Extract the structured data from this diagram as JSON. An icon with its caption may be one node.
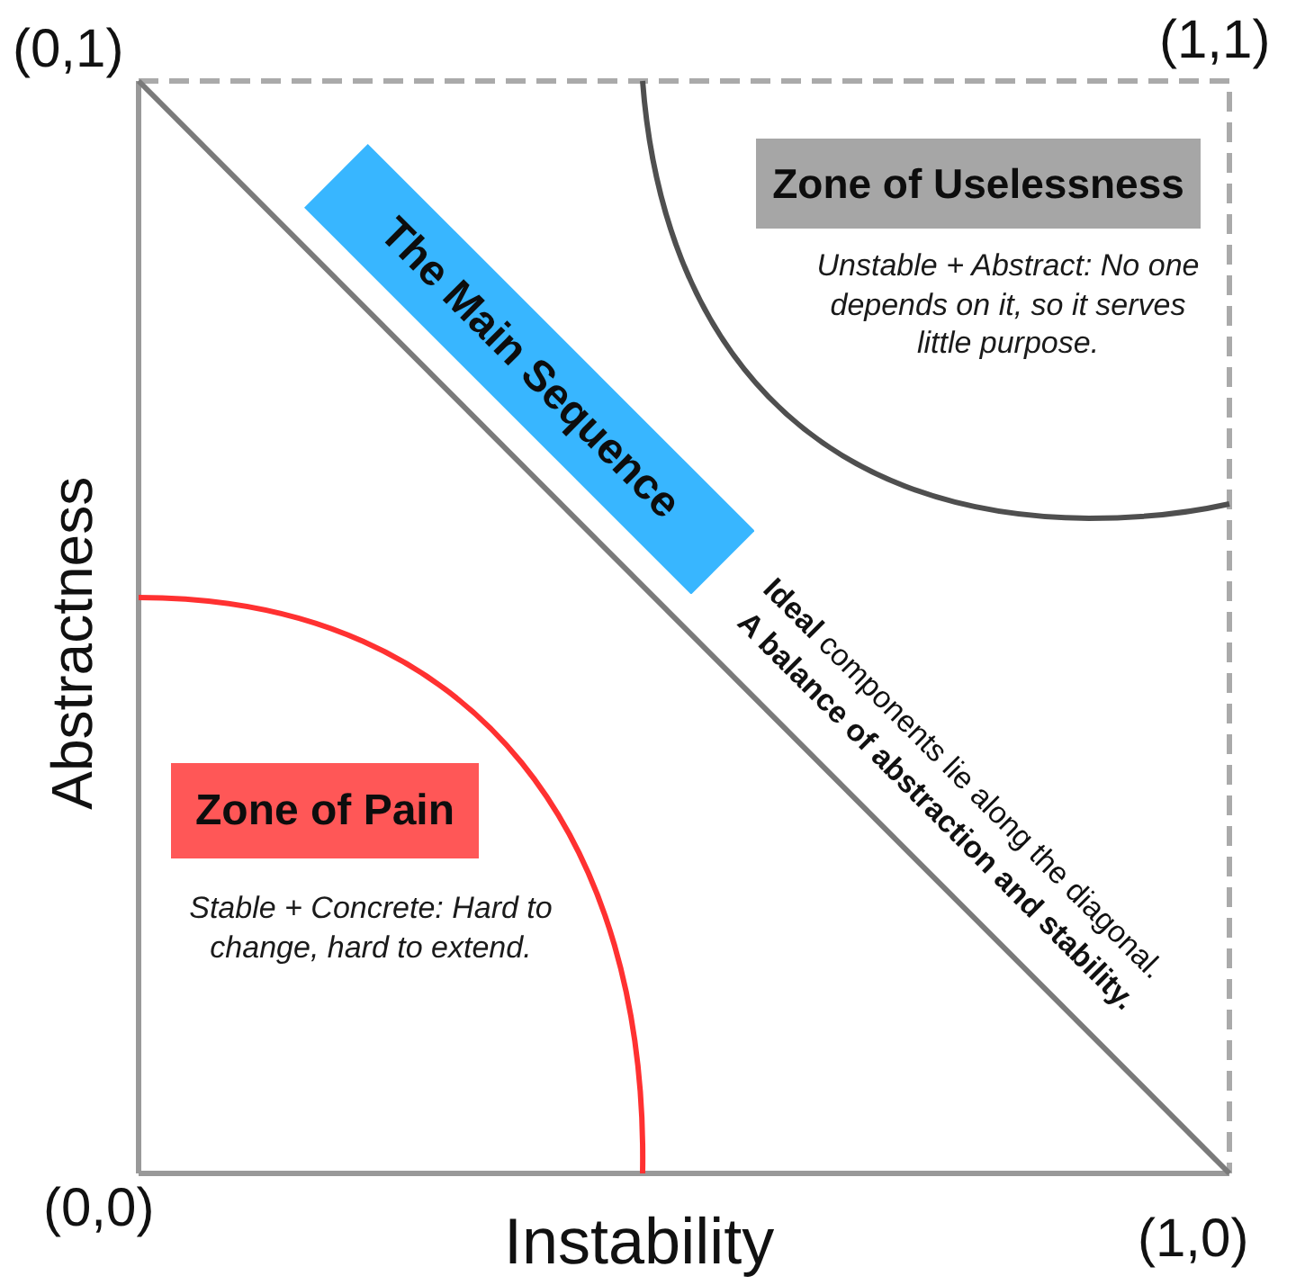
{
  "diagram": {
    "nodes": [
      {
        "text": [
          "The Main Sequence"
        ]
      },
      {
        "text": [
          "Zone of Uselessness"
        ],
        "beside": [
          "Unstable + Abstract: No one depends on it, so it serves little purpose."
        ]
      },
      {
        "text": [
          "Zone of Pain"
        ],
        "beside": [
          "Stable + Concrete: Hard to change, hard to extend."
        ]
      }
    ],
    "labels": [
      "(0,1)",
      "(1,1)",
      "Abstractness",
      "**Ideal** components lie along the diagonal.",
      "A balance of abstraction and stability.",
      "(0,0)",
      "Instability",
      "(1,0)"
    ]
  }
}
